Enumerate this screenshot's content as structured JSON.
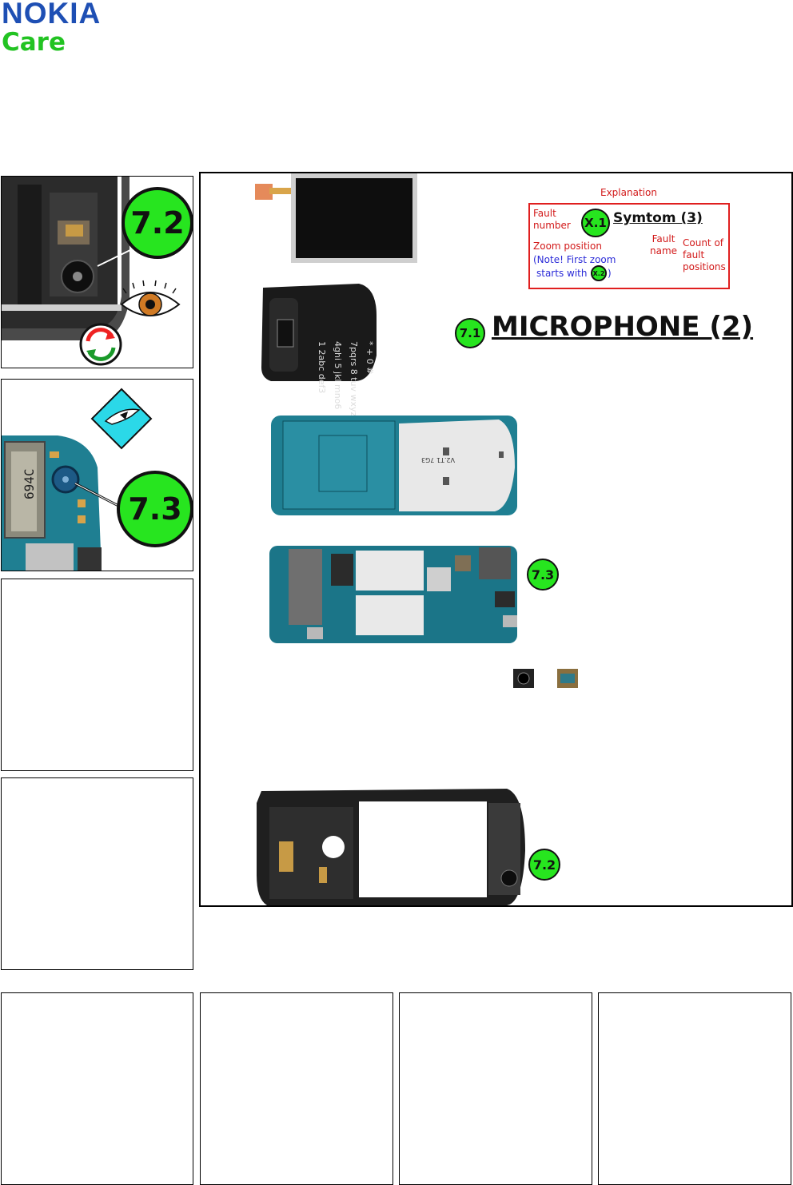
{
  "header": {
    "brand": "NOKIA",
    "sub_brand": "Care"
  },
  "zoom_badges": {
    "zoom_1": "7.2",
    "zoom_2": "7.3"
  },
  "diagram": {
    "explanation": {
      "title": "Explanation",
      "fault_number": "Fault number",
      "zoom_position": "Zoom position",
      "note_line": "(Note! First zoom",
      "starts_with": "starts with",
      "start_badge": "X.2",
      "fault_badge": "X.1",
      "symtom": "Symtom (3)",
      "fault_name": "Fault name",
      "count_of_fault": "Count of fault positions"
    },
    "fault_badge": "7.1",
    "fault_title": "MICROPHONE (2)",
    "keypad_label": "V2.T1 7G3",
    "board_badge": "7.3",
    "cover_badge": "7.2"
  },
  "colors": {
    "brand_blue": "#1e4fb4",
    "care_green": "#22c322",
    "badge_green": "#27e51f",
    "note_red": "#d21919",
    "note_blue": "#2b2bd8"
  }
}
